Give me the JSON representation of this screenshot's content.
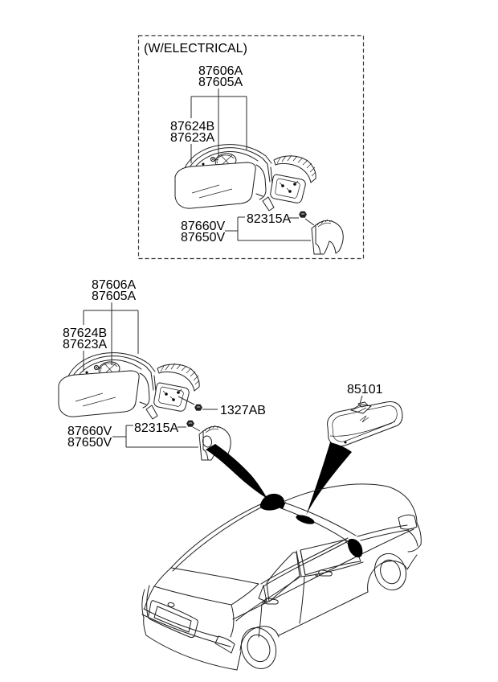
{
  "parts": {
    "electrical": {
      "note": "(W/ELECTRICAL)",
      "mirror_assembly": [
        "87606A",
        "87605A"
      ],
      "mirror_glass": [
        "87624B",
        "87623A"
      ],
      "mirror_cover": [
        "87660V",
        "87650V"
      ],
      "cover_screw": "82315A"
    },
    "standard": {
      "mirror_assembly": [
        "87606A",
        "87605A"
      ],
      "mirror_glass": [
        "87624B",
        "87623A"
      ],
      "mirror_cover": [
        "87660V",
        "87650V"
      ],
      "cover_screw": "82315A",
      "glass_nut": "1327AB"
    },
    "inside_mirror": {
      "assembly": "85101"
    }
  },
  "colors": {
    "ink": "#1f1f1f",
    "background": "#ffffff",
    "arrow_fill": "#000000"
  }
}
